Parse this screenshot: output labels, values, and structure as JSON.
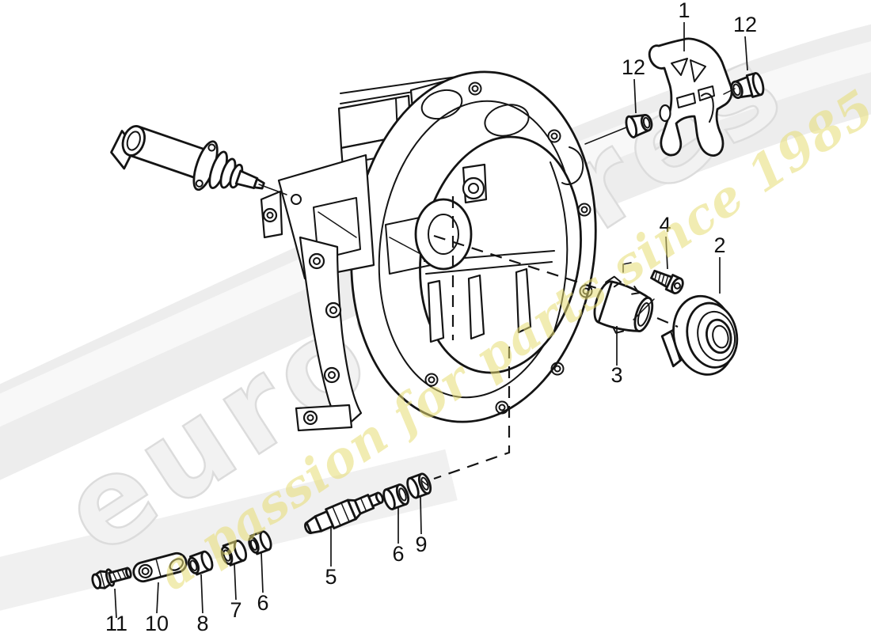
{
  "watermark": {
    "brand": "eurospares",
    "tagline": "a passion for parts since 1985",
    "brand_fill": "#f2f2f2",
    "brand_outline": "#dcdcdc",
    "interior_fill": "#e3e3e3",
    "tagline_color": "#e7dd74"
  },
  "diagram": {
    "background": "#ffffff",
    "line_color": "#141414",
    "type": "exploded-parts-diagram",
    "callouts": [
      {
        "id": "release-fork",
        "label": "1"
      },
      {
        "id": "pivot-bushing-right",
        "label": "12"
      },
      {
        "id": "pivot-bushing-left",
        "label": "12"
      },
      {
        "id": "release-bearing",
        "label": "2"
      },
      {
        "id": "guide-tube",
        "label": "3"
      },
      {
        "id": "socket-bolt",
        "label": "4"
      },
      {
        "id": "push-rod",
        "label": "5"
      },
      {
        "id": "rod-bushing-front",
        "label": "6"
      },
      {
        "id": "rod-bushing-rear",
        "label": "6"
      },
      {
        "id": "bushing-seven",
        "label": "7"
      },
      {
        "id": "bushing-eight",
        "label": "8"
      },
      {
        "id": "bushing-nine",
        "label": "9"
      },
      {
        "id": "clevis-link",
        "label": "10"
      },
      {
        "id": "hex-bolt",
        "label": "11"
      }
    ]
  }
}
